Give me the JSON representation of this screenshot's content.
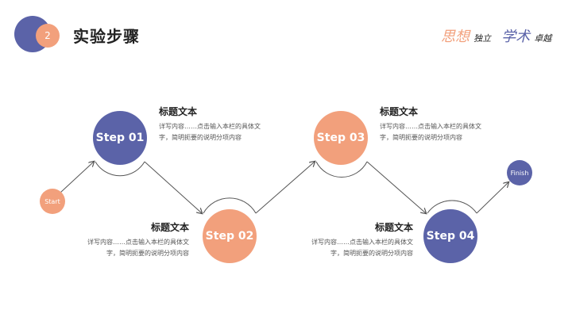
{
  "header": {
    "number": "2",
    "title": "实验步骤",
    "motto": {
      "a_big": "思想",
      "a_small": "独立",
      "b_big": "学术",
      "b_small": "卓越"
    }
  },
  "colors": {
    "blue": "#5b63a8",
    "orange": "#f2a07c",
    "line": "#555555"
  },
  "start_label": "Start",
  "finish_label": "Finish",
  "steps": [
    {
      "label": "Step 01",
      "title": "标题文本",
      "desc1": "详写内容……点击输入本栏的具体文",
      "desc2": "字，简明扼要的说明分项内容"
    },
    {
      "label": "Step 02",
      "title": "标题文本",
      "desc1": "详写内容……点击输入本栏的具体文",
      "desc2": "字，简明扼要的说明分项内容"
    },
    {
      "label": "Step 03",
      "title": "标题文本",
      "desc1": "详写内容……点击输入本栏的具体文",
      "desc2": "字，简明扼要的说明分项内容"
    },
    {
      "label": "Step 04",
      "title": "标题文本",
      "desc1": "详写内容……点击输入本栏的具体文",
      "desc2": "字，简明扼要的说明分项内容"
    }
  ]
}
